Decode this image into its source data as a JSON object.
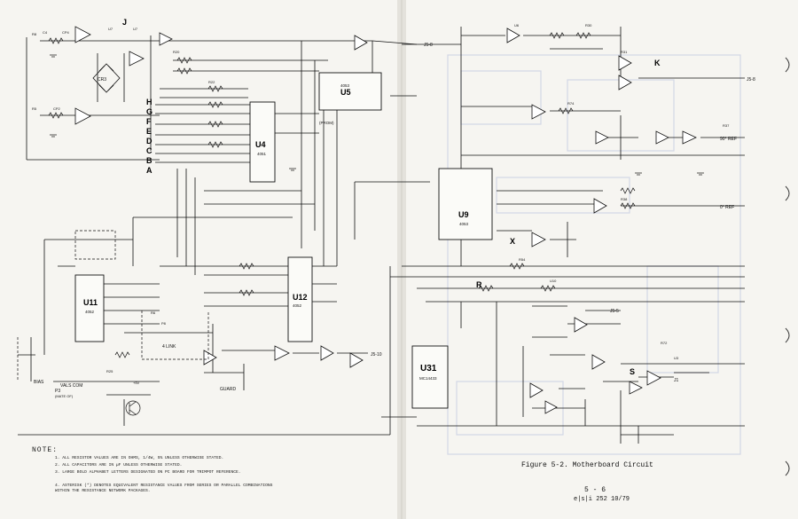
{
  "figure": {
    "caption": "Figure 5-2. Motherboard Circuit",
    "page_number": "5 - 6",
    "doc_id": "e|s|i 252 10/79"
  },
  "notes": {
    "title": "NOTE:",
    "items": [
      "1. ALL RESISTOR VALUES ARE IN OHMS, 1/4W, 5% UNLESS OTHERWISE STATED.",
      "2. ALL CAPACITORS ARE IN µF UNLESS OTHERWISE STATED.",
      "3. LARGE BOLD ALPHABET LETTERS DESIGNATED ON PC BOARD FOR TRIMPOT REFERENCE.",
      "4. ASTERISK (*) DENOTES EQUIVALENT RESISTANCE VALUES FROM SERIES OR PARALLEL COMBINATIONS WITHIN THE RESISTANCE NETWORK PACKAGES."
    ]
  },
  "trimpot_letters": [
    "J",
    "H",
    "G",
    "F",
    "E",
    "D",
    "C",
    "B",
    "A",
    "K",
    "X",
    "R",
    "S"
  ],
  "components": {
    "U4": {
      "ref": "U4",
      "part": "4051"
    },
    "U5": {
      "ref": "U5",
      "part": "4053",
      "note": "(PROM)"
    },
    "U9": {
      "ref": "U9",
      "part": "4053"
    },
    "U11": {
      "ref": "U11",
      "part": "4052"
    },
    "U12": {
      "ref": "U12",
      "part": "4052"
    },
    "U31": {
      "ref": "U31",
      "part": "MC14433"
    },
    "CR3": {
      "ref": "CR3"
    },
    "P3": {
      "ref": "P3",
      "text": "(MATE OF)"
    },
    "BIAS": {
      "ref": "BIAS"
    }
  },
  "signals": {
    "j5_8": "J5-8",
    "j5_10": "J5-10",
    "j5_5": "J5-5",
    "ref_90": "90° REF",
    "ref_0": "0° REF",
    "guard": "GUARD",
    "vals_com": "VALS COM",
    "four_link": "4 LINK",
    "j1": "J1"
  }
}
